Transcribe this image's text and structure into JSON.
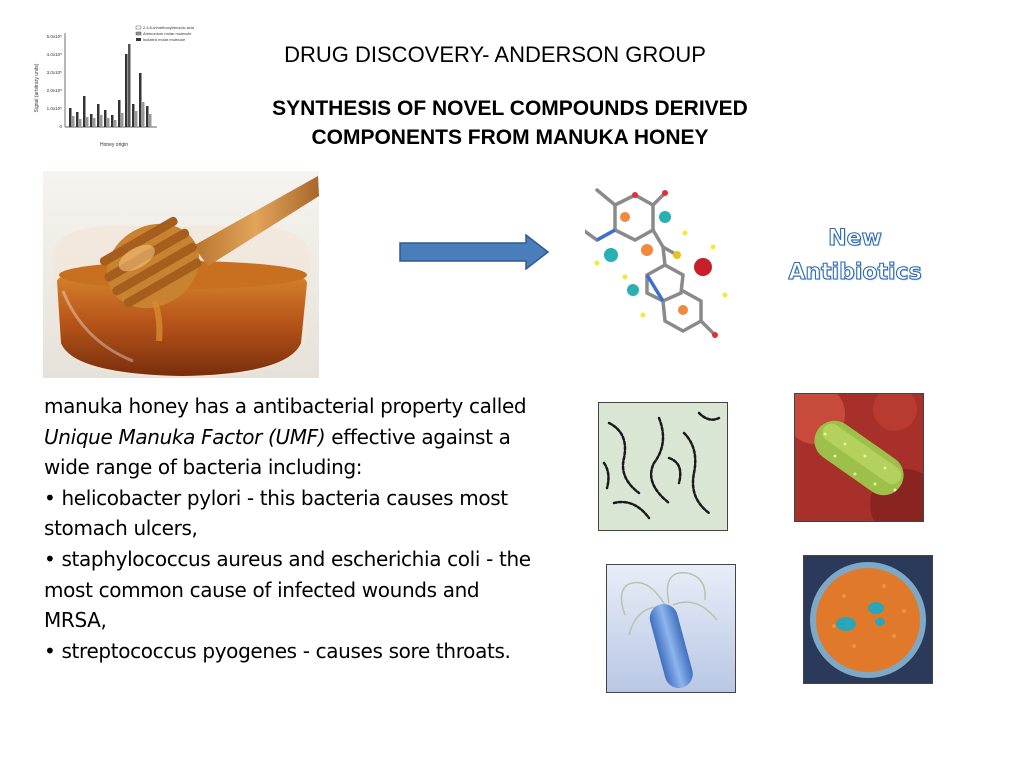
{
  "header": {
    "group_title": "DRUG DISCOVERY- ANDERSON GROUP",
    "main_title_line1": "SYNTHESIS OF NOVEL COMPOUNDS DERIVED",
    "main_title_line2": "COMPONENTS FROM MANUKA HONEY"
  },
  "result_label": {
    "line1": "New",
    "line2": "Antibiotics",
    "color": "#2e6ab2"
  },
  "description": {
    "intro_before": "manuka honey has a antibacterial property called ",
    "intro_italic": "Unique Manuka Factor (UMF)",
    "intro_after": " effective against a wide range of bacteria including:",
    "bullets": [
      "• helicobacter pylori - this bacteria causes most stomach ulcers,",
      "• staphylococcus aureus and escherichia coli - the most common cause of infected wounds and MRSA,",
      "• streptococcus pyogenes - causes sore throats."
    ]
  },
  "thumbnail_chart": {
    "y_ticks": [
      "5.0x10⁵",
      "4.0x10⁵",
      "3.0x10⁵",
      "2.0x10⁵",
      "1.0x10⁵",
      "0"
    ],
    "y_label": "Signal (arbitrary units)",
    "x_label": "Honey origin",
    "legend": [
      "2,4,6-trimethoxybenzoic acid",
      "Ammonium molar molecule",
      "Isolated molar molecule"
    ]
  },
  "colors": {
    "arrow_fill": "#4a7ebb",
    "arrow_stroke": "#2f5a8f",
    "honey": "#b8561a"
  }
}
